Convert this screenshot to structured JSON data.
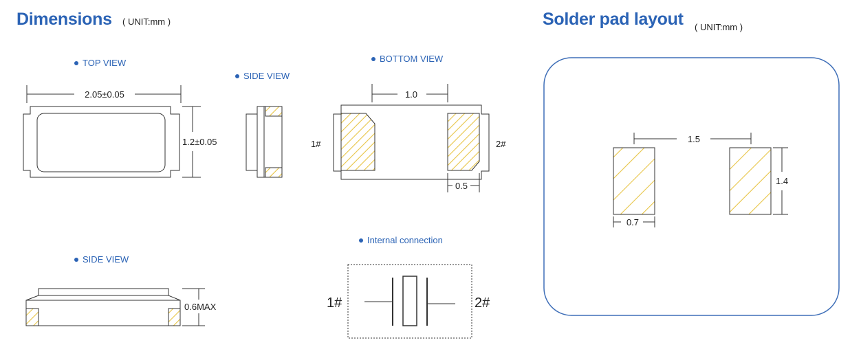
{
  "dimensions_title": "Dimensions",
  "dimensions_unit": "( UNIT:mm )",
  "solder_title": "Solder pad layout",
  "solder_unit": "( UNIT:mm )",
  "views": {
    "top_view": "TOP VIEW",
    "side_view_small": "SIDE VIEW",
    "bottom_view": "BOTTOM VIEW",
    "side_view_large": "SIDE VIEW",
    "internal_connection": "Internal connection"
  },
  "dims": {
    "top_length": "2.05±0.05",
    "top_width": "1.2±0.05",
    "bottom_pad_spacing": "1.0",
    "bottom_pad_width": "0.5",
    "side_height": "0.6MAX",
    "pin1": "1#",
    "pin2": "2#",
    "conn_pin1": "1#",
    "conn_pin2": "2#"
  },
  "solder": {
    "pitch": "1.5",
    "pad_width": "0.7",
    "pad_height": "1.4"
  },
  "colors": {
    "title": "#2b63b5",
    "pad_hatch": "#e8c547",
    "outline": "#333333",
    "panel_border": "#3f6fb8"
  }
}
